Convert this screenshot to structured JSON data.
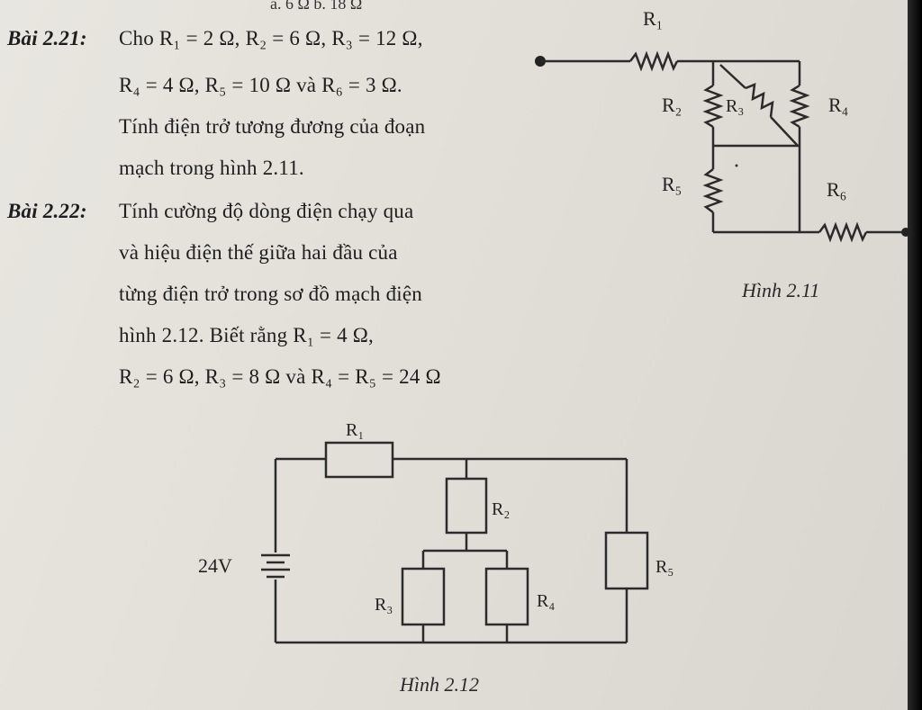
{
  "top_fragment": "a. 6 Ω            b. 18 Ω",
  "p21": {
    "label": "Bài 2.21:",
    "l1": "Cho R₁ = 2 Ω, R₂ = 6 Ω, R₃ = 12 Ω,",
    "l2": "R₄ = 4 Ω, R₅ = 10 Ω và R₆ = 3 Ω.",
    "l3": "Tính điện trở tương đương của đoạn",
    "l4": "mạch trong hình 2.11."
  },
  "p22": {
    "label": "Bài 2.22:",
    "l1": "Tính cường độ dòng điện chạy qua",
    "l2": "và hiệu điện thế giữa hai đầu của",
    "l3": "từng điện trở trong sơ đồ mạch điện",
    "l4": "hình 2.12. Biết rằng R₁ = 4 Ω,",
    "l5": "R₂ = 6 Ω, R₃ = 8 Ω và R₄ = R₅ = 24 Ω"
  },
  "fig211": {
    "caption": "Hình 2.11",
    "r1": "R₁",
    "r2": "R₂",
    "r3": "R₃",
    "r4": "R₄",
    "r5": "R₅",
    "r6": "R₆"
  },
  "fig212": {
    "caption": "Hình 2.12",
    "voltage": "24V",
    "r1": "R₁",
    "r2": "R₂",
    "r3": "R₃",
    "r4": "R₄",
    "r5": "R₅"
  }
}
